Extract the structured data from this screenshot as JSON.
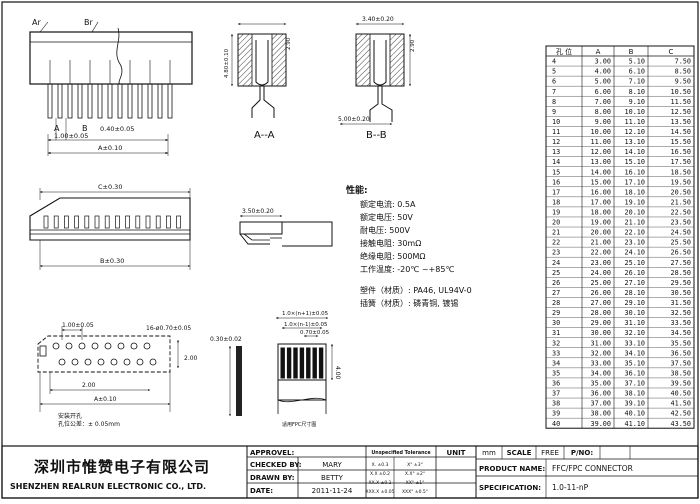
{
  "views": {
    "top": {
      "label_ar": "Ar",
      "label_br": "Br",
      "label_a": "A",
      "label_b": "B",
      "dim_pitch": "1.00±0.05",
      "dim_pin": "0.40±0.05",
      "dim_a": "A±0.10"
    },
    "section_a": {
      "dim_top": "2.90",
      "dim_side": "4.80±0.10",
      "caption": "A--A"
    },
    "section_b": {
      "dim_top": "3.40±0.20",
      "dim_side": "2.90",
      "dim_bottom": "5.00±0.20",
      "caption": "B--B"
    },
    "front": {
      "dim_c": "C±0.30",
      "dim_b": "B±0.30"
    },
    "side": {
      "dim_top": "3.50±0.20"
    },
    "pcb": {
      "dim_pitch": "1.00±0.05",
      "dim_hole": "16-ø0.70±0.05",
      "dim_row": "2.00",
      "dim_a": "A±0.10",
      "dim_right": "2.00",
      "note_line1": "安装开孔",
      "note_line2": "孔位公差：± 0.05mm"
    },
    "fpc": {
      "dim_top1": "1.0×(n+1)±0.05",
      "dim_top2": "1.0×(n-1)±0.05",
      "dim_top3": "0.70±0.05",
      "dim_left": "0.30±0.02",
      "dim_right": "4.00",
      "note": "适用FPC尺寸图"
    }
  },
  "specs": {
    "title": "性能:",
    "lines": [
      "额定电流: 0.5A",
      "额定电压: 50V",
      "耐电压: 500V",
      "接触电阻: 30mΩ",
      "绝缘电阻: 500MΩ",
      "工作温度: -20℃ ~+85℃"
    ],
    "materials": [
      "塑件（材质）: PA46, UL94V-0",
      "插簧（材质）: 磷青铜, 镀锡"
    ]
  },
  "table": {
    "headers": [
      "孔 位",
      "A",
      "B",
      "C"
    ],
    "rows": [
      [
        "4",
        "3.00",
        "5.10",
        "7.50"
      ],
      [
        "5",
        "4.00",
        "6.10",
        "8.50"
      ],
      [
        "6",
        "5.00",
        "7.10",
        "9.50"
      ],
      [
        "7",
        "6.00",
        "8.10",
        "10.50"
      ],
      [
        "8",
        "7.00",
        "9.10",
        "11.50"
      ],
      [
        "9",
        "8.00",
        "10.10",
        "12.50"
      ],
      [
        "10",
        "9.00",
        "11.10",
        "13.50"
      ],
      [
        "11",
        "10.00",
        "12.10",
        "14.50"
      ],
      [
        "12",
        "11.00",
        "13.10",
        "15.50"
      ],
      [
        "13",
        "12.00",
        "14.10",
        "16.50"
      ],
      [
        "14",
        "13.00",
        "15.10",
        "17.50"
      ],
      [
        "15",
        "14.00",
        "16.10",
        "18.50"
      ],
      [
        "16",
        "15.00",
        "17.10",
        "19.50"
      ],
      [
        "17",
        "16.00",
        "18.10",
        "20.50"
      ],
      [
        "18",
        "17.00",
        "19.10",
        "21.50"
      ],
      [
        "19",
        "18.00",
        "20.10",
        "22.50"
      ],
      [
        "20",
        "19.00",
        "21.10",
        "23.50"
      ],
      [
        "21",
        "20.00",
        "22.10",
        "24.50"
      ],
      [
        "22",
        "21.00",
        "23.10",
        "25.50"
      ],
      [
        "23",
        "22.00",
        "24.10",
        "26.50"
      ],
      [
        "24",
        "23.00",
        "25.10",
        "27.50"
      ],
      [
        "25",
        "24.00",
        "26.10",
        "28.50"
      ],
      [
        "26",
        "25.00",
        "27.10",
        "29.50"
      ],
      [
        "27",
        "26.00",
        "28.10",
        "30.50"
      ],
      [
        "28",
        "27.00",
        "29.10",
        "31.50"
      ],
      [
        "29",
        "28.00",
        "30.10",
        "32.50"
      ],
      [
        "30",
        "29.00",
        "31.10",
        "33.50"
      ],
      [
        "31",
        "30.00",
        "32.10",
        "34.50"
      ],
      [
        "32",
        "31.00",
        "33.10",
        "35.50"
      ],
      [
        "33",
        "32.00",
        "34.10",
        "36.50"
      ],
      [
        "34",
        "33.00",
        "35.10",
        "37.50"
      ],
      [
        "35",
        "34.00",
        "36.10",
        "38.50"
      ],
      [
        "36",
        "35.00",
        "37.10",
        "39.50"
      ],
      [
        "37",
        "36.00",
        "38.10",
        "40.50"
      ],
      [
        "38",
        "37.00",
        "39.10",
        "41.50"
      ],
      [
        "39",
        "38.00",
        "40.10",
        "42.50"
      ],
      [
        "40",
        "39.00",
        "41.10",
        "43.50"
      ]
    ]
  },
  "titleblock": {
    "company_cn": "深圳市惟赞电子有限公司",
    "company_en": "SHENZHEN REALRUN ELECTRONIC CO., LTD.",
    "approved_label": "APPROVEL:",
    "approved_value": "",
    "checked_label": "CHECKED BY:",
    "checked_value": "MARY",
    "drawn_label": "DRAWN BY:",
    "drawn_value": "BETTY",
    "date_label": "DATE:",
    "date_value": "2011-11-24",
    "tol_title": "Unspecified Tolerance",
    "tol_rows": [
      [
        "X. ±0.3",
        "X°  ±3°"
      ],
      [
        "X.X ±0.2",
        "X.X° ±2°"
      ],
      [
        "XX.X ±0.1",
        "XX° ±1°"
      ],
      [
        "XXX.X ±0.05",
        "XXX° ±0.5°"
      ]
    ],
    "unit_label": "UNIT",
    "unit_value": "mm",
    "scale_label": "SCALE",
    "scale_value": "FREE",
    "pno_label": "P/NO:",
    "pno_value": "",
    "product_label": "PRODUCT NAME:",
    "product_value": "FFC/FPC CONNECTOR",
    "spec_label": "SPECIFICATION:",
    "spec_value": "1.0-11-nP"
  }
}
